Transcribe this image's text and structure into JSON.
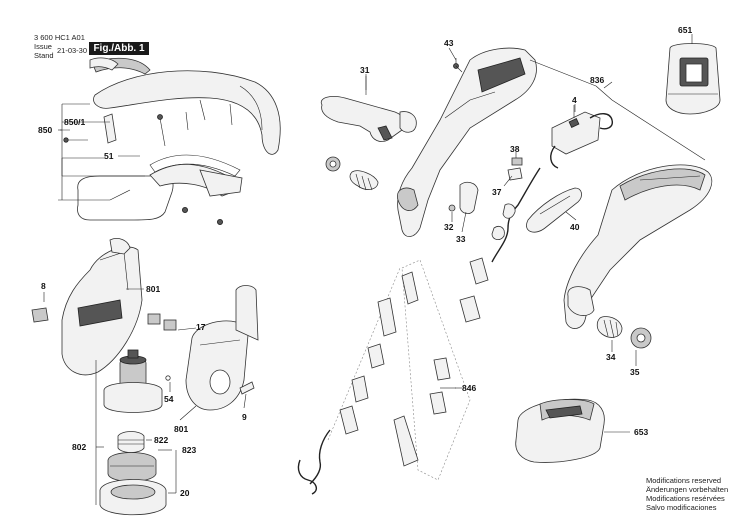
{
  "header": {
    "doc_number": "3 600 HC1 A01",
    "issue_label": "Issue",
    "stand_label": "Stand",
    "issue_date": "21-03-30",
    "figure_label": "Fig./Abb. 1"
  },
  "footer": {
    "notes": [
      "Modifications reserved",
      "Änderungen vorbehalten",
      "Modifications resérvées",
      "Salvo modificaciones"
    ]
  },
  "parts": {
    "p43": "43",
    "p31": "31",
    "p836": "836",
    "p651": "651",
    "p4": "4",
    "p850": "850",
    "p850_1": "850/1",
    "p51": "51",
    "p38": "38",
    "p37": "37",
    "p32": "32",
    "p33": "33",
    "p40": "40",
    "p8": "8",
    "p801a": "801",
    "p17": "17",
    "p34": "34",
    "p35": "35",
    "p54": "54",
    "p9": "9",
    "p801b": "801",
    "p846": "846",
    "p802": "802",
    "p822": "822",
    "p823": "823",
    "p653": "653",
    "p20": "20"
  }
}
